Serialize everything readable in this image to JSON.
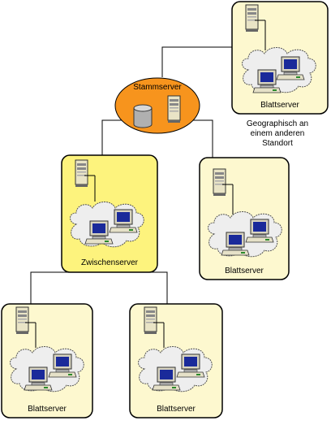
{
  "diagram": {
    "root": {
      "label": "Stammserver"
    },
    "intermediate": {
      "label": "Zwischenserver"
    },
    "leaves": [
      {
        "label": "Blattserver",
        "note": [
          "Geographisch an",
          "einem anderen",
          "Standort"
        ]
      },
      {
        "label": "Blattserver"
      },
      {
        "label": "Blattserver"
      },
      {
        "label": "Blattserver"
      }
    ]
  },
  "colors": {
    "leaf_fill": "#fdf8cf",
    "intermediate_fill": "#fdf37d",
    "root_fill": "#f7941d",
    "cloud_fill": "#eeeeee",
    "line": "#000000"
  }
}
